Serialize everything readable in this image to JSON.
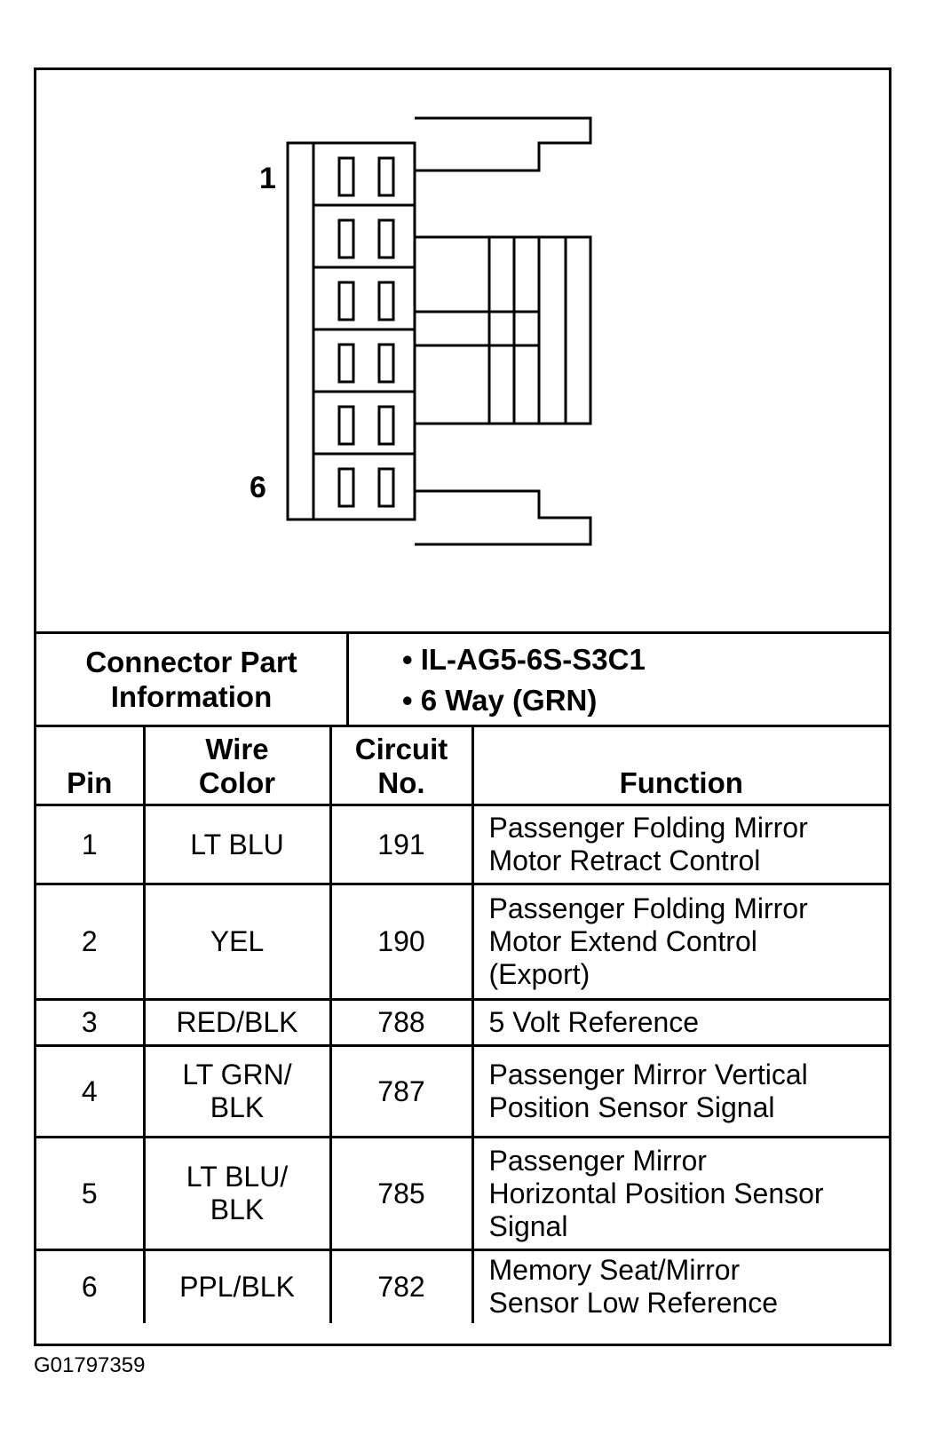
{
  "diagram": {
    "pin_first_label": "1",
    "pin_last_label": "6"
  },
  "connector_info": {
    "label": "Connector Part\nInformation",
    "items": [
      "IL-AG5-6S-S3C1",
      "6 Way (GRN)"
    ]
  },
  "table": {
    "headers": {
      "pin": "Pin",
      "wire_color": "Wire\nColor",
      "circuit": "Circuit\nNo.",
      "function": "Function"
    },
    "rows": [
      {
        "pin": "1",
        "wire_color": "LT BLU",
        "circuit": "191",
        "function": "Passenger Folding Mirror\nMotor Retract Control"
      },
      {
        "pin": "2",
        "wire_color": "YEL",
        "circuit": "190",
        "function": "Passenger Folding Mirror\nMotor Extend Control\n(Export)"
      },
      {
        "pin": "3",
        "wire_color": "RED/BLK",
        "circuit": "788",
        "function": "5 Volt Reference"
      },
      {
        "pin": "4",
        "wire_color": "LT GRN/\nBLK",
        "circuit": "787",
        "function": "Passenger Mirror Vertical\nPosition Sensor Signal"
      },
      {
        "pin": "5",
        "wire_color": "LT BLU/\nBLK",
        "circuit": "785",
        "function": "Passenger Mirror\nHorizontal Position Sensor\nSignal"
      },
      {
        "pin": "6",
        "wire_color": "PPL/BLK",
        "circuit": "782",
        "function": "Memory Seat/Mirror\nSensor Low Reference"
      }
    ]
  },
  "figure_id": "G01797359"
}
